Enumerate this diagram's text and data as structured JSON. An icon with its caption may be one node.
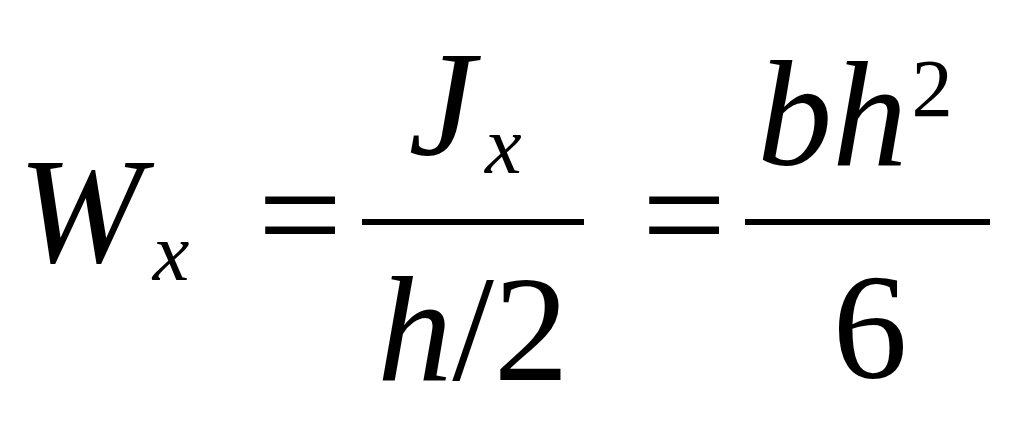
{
  "diagram": {
    "labels": [
      "W$_{x}$",
      "=",
      "J$_{x}$",
      "*h*/2",
      "=",
      "*bh*$^{2}$",
      "6"
    ]
  }
}
